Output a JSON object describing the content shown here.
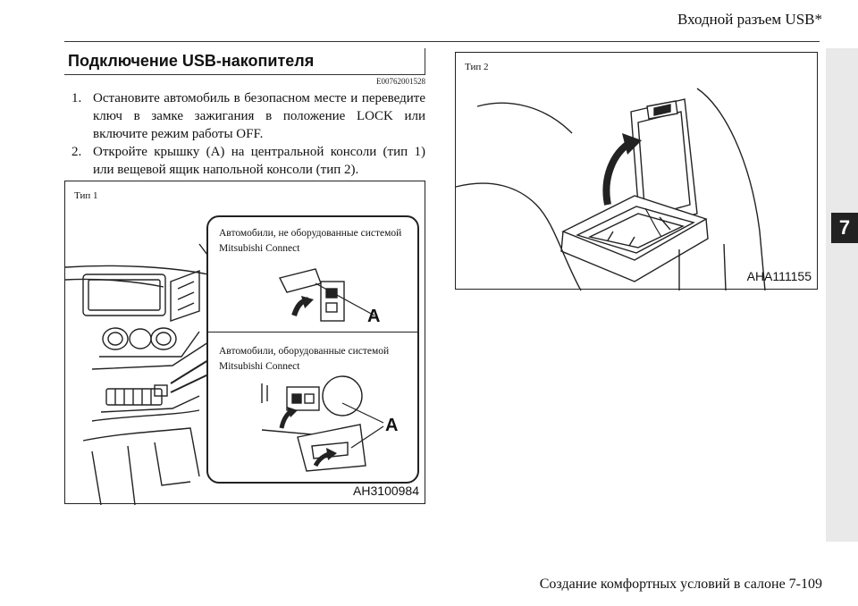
{
  "header": {
    "title": "Входной разъем USB*"
  },
  "chapter": {
    "number": "7"
  },
  "section": {
    "title": "Подключение USB-накопителя",
    "code": "E00762001528"
  },
  "steps": [
    {
      "num": "1.",
      "text": "Остановите автомобиль в безопасном месте и переведите ключ в замке зажигания в положение LOCK или включите режим работы OFF."
    },
    {
      "num": "2.",
      "text": "Откройте крышку (A) на центральной консоли (тип 1) или вещевой ящик напольной консоли (тип 2)."
    }
  ],
  "figure1": {
    "label": "Тип 1",
    "code": "AH3100984",
    "callout_top": "Автомобили, не оборудованные системой Mitsubishi Connect",
    "callout_bottom": "Автомобили, оборудованные системой Mitsubishi Connect",
    "letter_top": "A",
    "letter_bottom": "A"
  },
  "figure2": {
    "label": "Тип 2",
    "code": "AHA111155"
  },
  "footer": {
    "text": "Создание комфортных условий в салоне 7-109"
  }
}
